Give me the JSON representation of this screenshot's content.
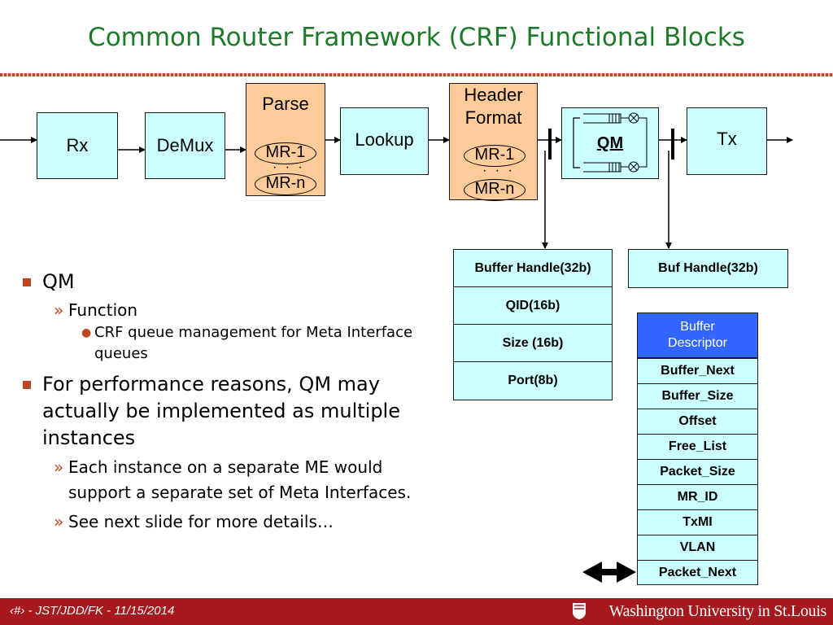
{
  "title": "Common Router Framework (CRF) Functional Blocks",
  "blocks": {
    "rx": "Rx",
    "demux": "DeMux",
    "parse": "Parse",
    "lookup": "Lookup",
    "header_format_line1": "Header",
    "header_format_line2": "Format",
    "qm": "QM",
    "tx": "Tx",
    "mr_first": "MR-1",
    "mr_last": "MR-n",
    "dots": "· · ·"
  },
  "qm_output_fields": [
    "Buffer Handle(32b)",
    "QID(16b)",
    "Size (16b)",
    "Port(8b)"
  ],
  "qm_input_field": "Buf Handle(32b)",
  "buffer_descriptor": {
    "header_line1": "Buffer",
    "header_line2": "Descriptor",
    "fields": [
      "Buffer_Next",
      "Buffer_Size",
      "Offset",
      "Free_List",
      "Packet_Size",
      "MR_ID",
      "TxMI",
      "VLAN",
      "Packet_Next"
    ]
  },
  "bullets": {
    "qm": "QM",
    "function": "Function",
    "crf_queue": "CRF queue management for Meta Interface queues",
    "performance": "For performance reasons, QM may actually be implemented as multiple instances",
    "each_instance": "Each instance on a separate ME would support a separate set of Meta Interfaces.",
    "see_next": "See next slide for more details…"
  },
  "footer": {
    "text": "‹#› - JST/JDD/FK - 11/15/2014",
    "university": "Washington University in St.Louis"
  },
  "colors": {
    "title_green": "#1e7a2b",
    "box_cyan": "#ccffff",
    "box_peach": "#ffcc99",
    "descriptor_header_blue": "#3366ff",
    "footer_red": "#a6191e",
    "bullet_orange": "#c0451f"
  }
}
